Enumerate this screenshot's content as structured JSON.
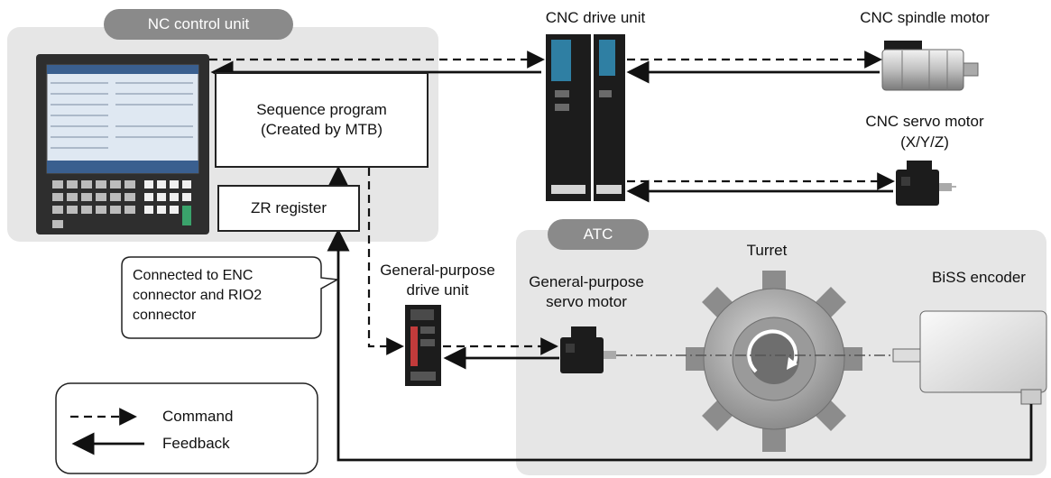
{
  "nc_unit": {
    "title": "NC control unit"
  },
  "atc": {
    "title": "ATC"
  },
  "boxes": {
    "sequence_program_line1": "Sequence program",
    "sequence_program_line2": "(Created by MTB)",
    "zr_register": "ZR register"
  },
  "labels": {
    "cnc_drive_unit": "CNC drive unit",
    "cnc_spindle_motor": "CNC spindle motor",
    "cnc_servo_motor_line1": "CNC servo motor",
    "cnc_servo_motor_line2": "(X/Y/Z)",
    "gp_drive_unit_line1": "General-purpose",
    "gp_drive_unit_line2": "drive unit",
    "gp_servo_motor_line1": "General-purpose",
    "gp_servo_motor_line2": "servo motor",
    "turret": "Turret",
    "biss_encoder": "BiSS encoder"
  },
  "callout": {
    "line1": "Connected to ENC",
    "line2": "connector and RIO2",
    "line3": "connector"
  },
  "legend": {
    "command": "Command",
    "feedback": "Feedback"
  },
  "colors": {
    "panel_bg": "#e6e6e6",
    "pill_bg": "#8a8a8a",
    "line": "#111111"
  }
}
